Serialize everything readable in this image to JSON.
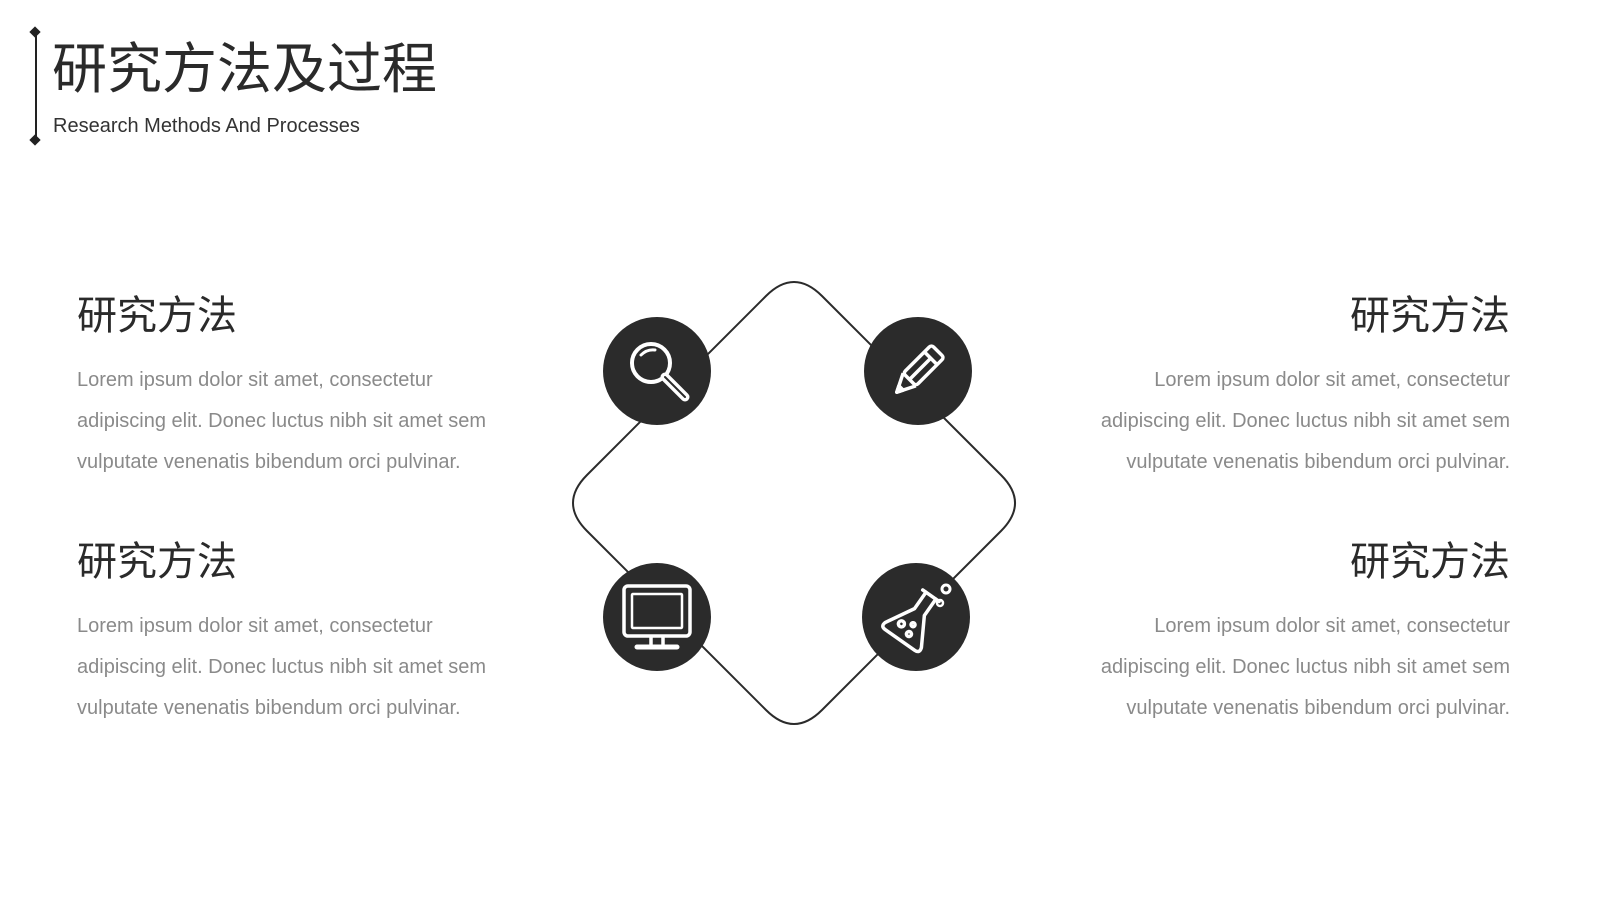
{
  "title": "研究方法及过程",
  "subtitle": "Research Methods And Processes",
  "blocks": [
    {
      "title": "研究方法",
      "body": "Lorem ipsum dolor sit amet, consectetur adipiscing elit. Donec luctus nibh sit amet sem vulputate venenatis bibendum orci pulvinar."
    },
    {
      "title": "研究方法",
      "body": "Lorem ipsum dolor sit amet, consectetur adipiscing elit. Donec luctus nibh sit amet sem vulputate venenatis bibendum orci pulvinar."
    },
    {
      "title": "研究方法",
      "body": "Lorem ipsum dolor sit amet, consectetur adipiscing elit. Donec luctus nibh sit amet sem vulputate venenatis bibendum orci pulvinar."
    },
    {
      "title": "研究方法",
      "body": "Lorem ipsum dolor sit amet, consectetur adipiscing elit. Donec luctus nibh sit amet sem vulputate venenatis bibendum orci pulvinar."
    }
  ],
  "icons": [
    "magnifier-icon",
    "pencil-icon",
    "monitor-icon",
    "flask-icon"
  ],
  "colors": {
    "accent": "#2b2b2b",
    "text": "#2a2a2a",
    "body_text": "#8a8a8a"
  }
}
